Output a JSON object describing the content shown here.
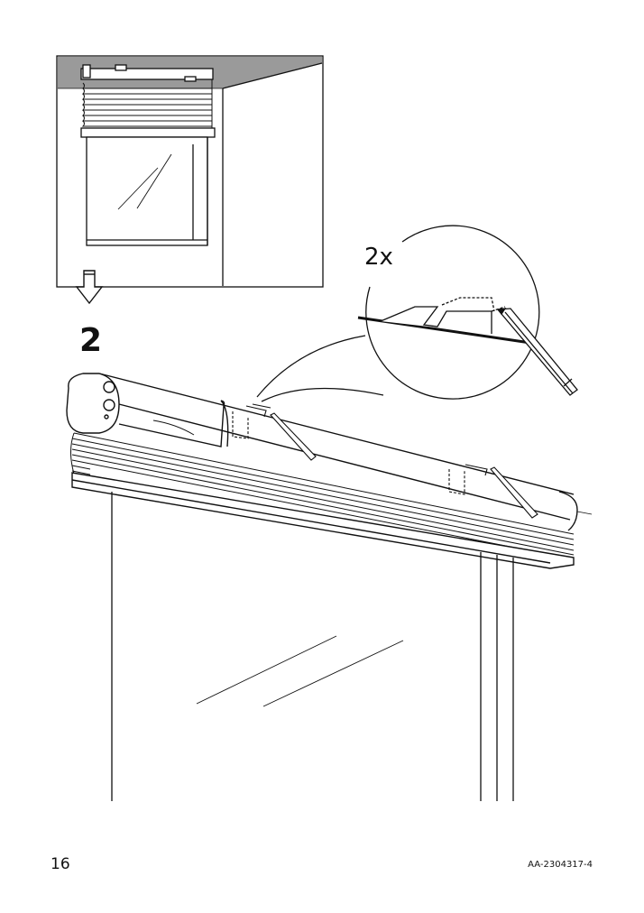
{
  "page": {
    "step_number": "2",
    "quantity_label": "2x",
    "page_number": "16",
    "document_code": "AA-2304317-4"
  },
  "colors": {
    "ink": "#111111",
    "ceiling_shade": "#9a9a9a",
    "background": "#ffffff"
  },
  "icons": {
    "step_arrow": "hollow-down-arrow-icon",
    "tool": "pencil-icon"
  }
}
